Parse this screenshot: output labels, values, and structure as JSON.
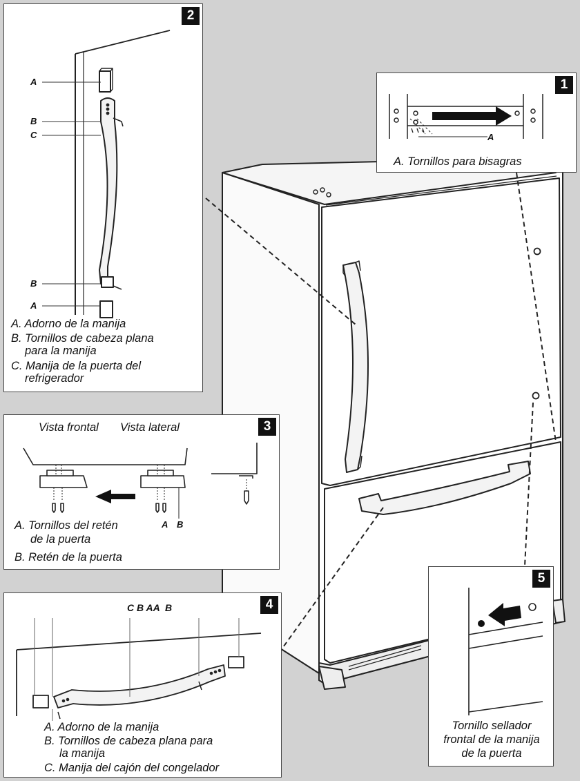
{
  "panel1": {
    "number": "1",
    "label_a": "A",
    "caption": "A. Tornillos para bisagras"
  },
  "panel2": {
    "number": "2",
    "labels": [
      "A",
      "B",
      "C",
      "B",
      "A"
    ],
    "captions": [
      "A. Adorno de la manija",
      "B. Tornillos de cabeza plana",
      "para la manija",
      "C. Manija de la puerta del",
      "refrigerador"
    ]
  },
  "panel3": {
    "number": "3",
    "front_view": "Vista frontal",
    "side_view": "Vista lateral",
    "label_a": "A",
    "label_b": "B",
    "captions": [
      "A. Tornillos del retén",
      "de la puerta",
      "B. Retén de la puerta"
    ]
  },
  "panel4": {
    "number": "4",
    "top_labels": "C B AA  B",
    "captions": [
      "A. Adorno de la manija",
      "B. Tornillos de cabeza plana para",
      "la manija",
      "C. Manija del cajón del congelador"
    ]
  },
  "panel5": {
    "number": "5",
    "captions": [
      "Tornillo sellador",
      "frontal de la manija",
      "de la puerta"
    ]
  }
}
